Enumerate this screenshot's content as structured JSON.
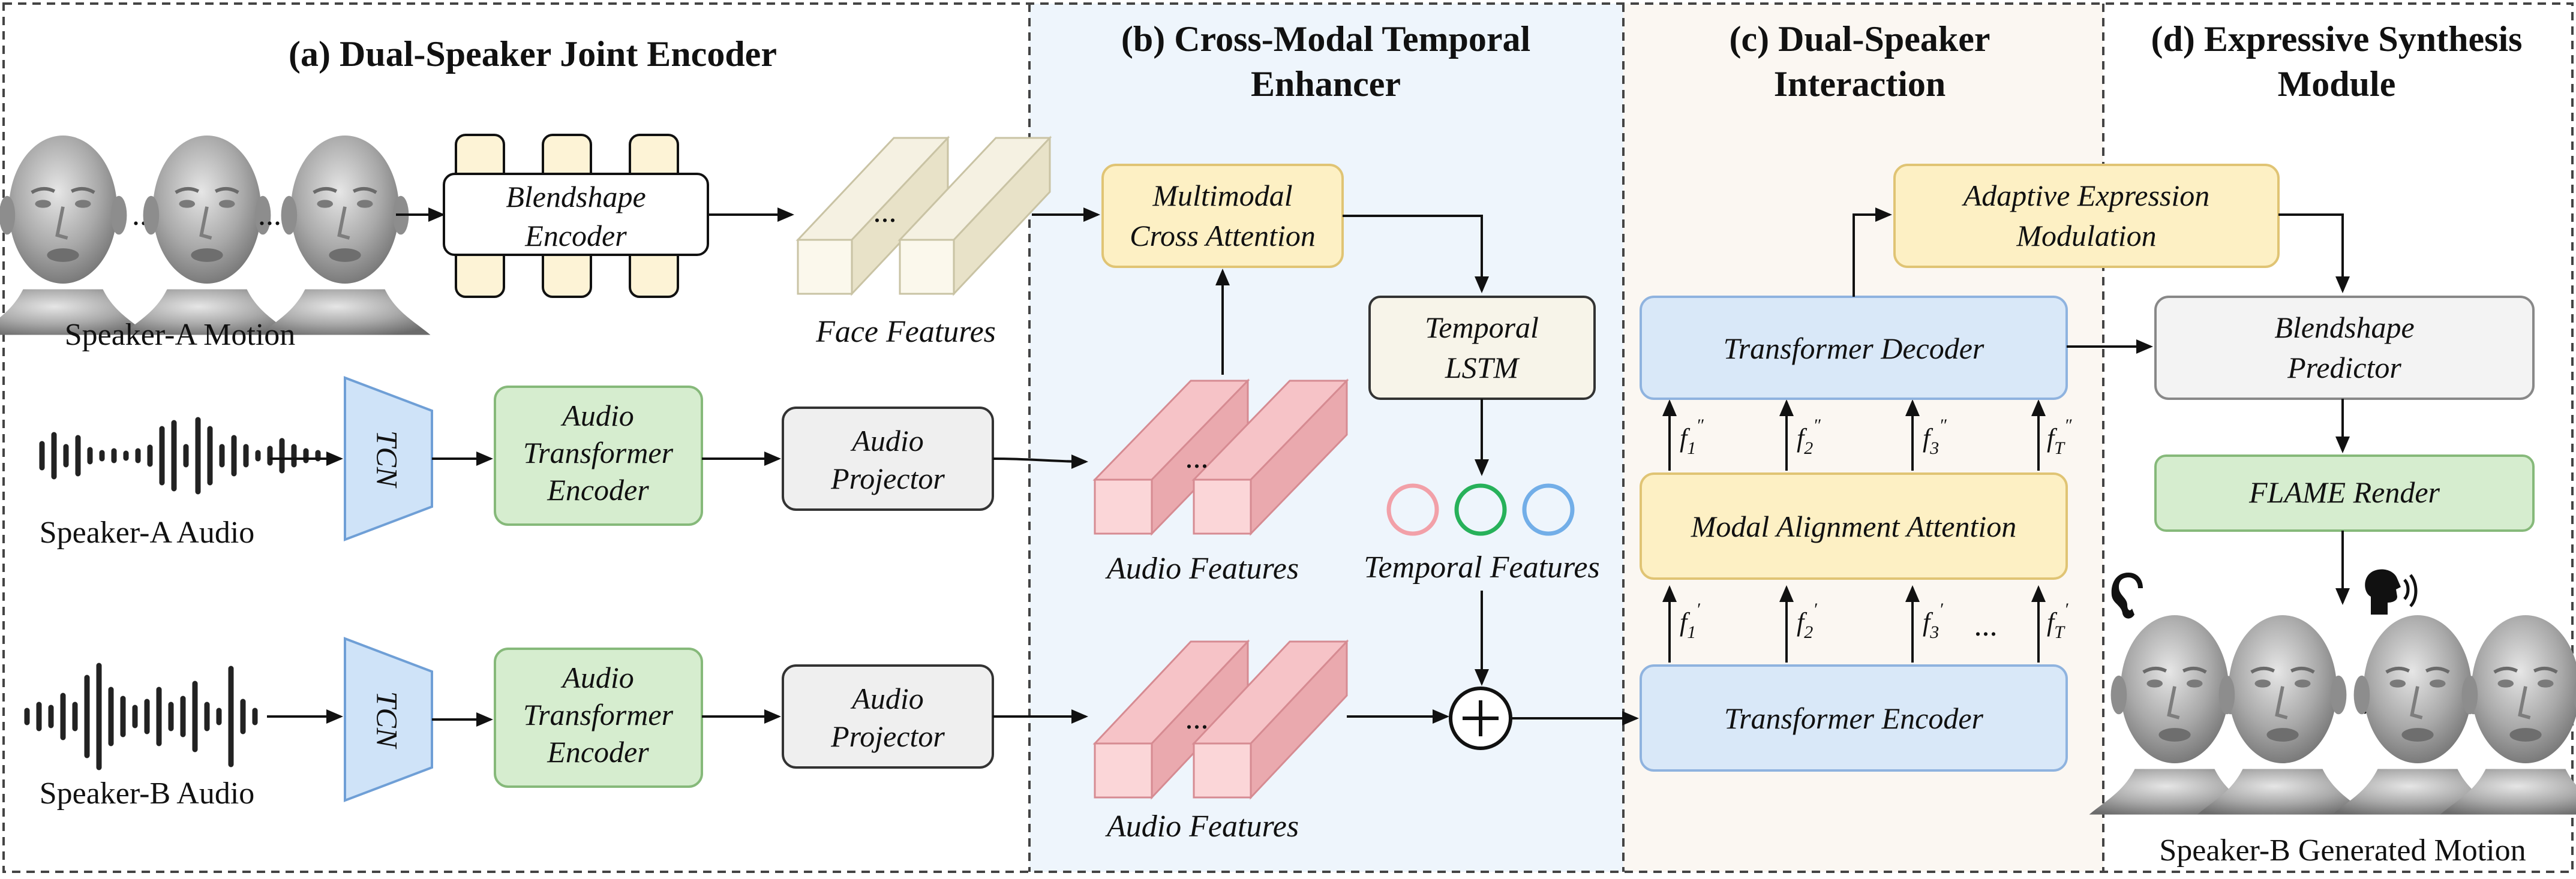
{
  "sections": [
    {
      "id": "a",
      "title_lines": [
        "(a) Dual-Speaker Joint Encoder"
      ]
    },
    {
      "id": "b",
      "title_lines": [
        "(b) Cross-Modal Temporal",
        "Enhancer"
      ]
    },
    {
      "id": "c",
      "title_lines": [
        "(c) Dual-Speaker",
        "Interaction"
      ]
    },
    {
      "id": "d",
      "title_lines": [
        "(d) Expressive Synthesis",
        "Module"
      ]
    }
  ],
  "blocks": {
    "blendshape_encoder": [
      "Blendshape",
      "Encoder"
    ],
    "tcn_a": "TCN",
    "tcn_b": "TCN",
    "audio_transformer_a": [
      "Audio",
      "Transformer",
      "Encoder"
    ],
    "audio_transformer_b": [
      "Audio",
      "Transformer",
      "Encoder"
    ],
    "audio_projector_a": [
      "Audio",
      "Projector"
    ],
    "audio_projector_b": [
      "Audio",
      "Projector"
    ],
    "multimodal_cross_attention": [
      "Multimodal",
      "Cross Attention"
    ],
    "temporal_lstm": [
      "Temporal",
      "LSTM"
    ],
    "adaptive_expression_modulation": [
      "Adaptive Expression",
      "Modulation"
    ],
    "transformer_decoder": "Transformer Decoder",
    "modal_alignment_attention": "Modal Alignment Attention",
    "transformer_encoder": "Transformer Encoder",
    "blendshape_predictor": [
      "Blendshape",
      "Predictor"
    ],
    "flame_render": "FLAME Render"
  },
  "labels": {
    "speaker_a_motion": "Speaker-A Motion",
    "speaker_a_audio": "Speaker-A Audio",
    "speaker_b_audio": "Speaker-B Audio",
    "face_features": "Face Features",
    "audio_features_1": "Audio Features",
    "audio_features_2": "Audio Features",
    "temporal_features": "Temporal Features",
    "speaker_b_generated_motion": "Speaker-B Generated Motion",
    "ellipsis": "...",
    "plus": "+"
  },
  "feature_symbols": {
    "upper": [
      "f",
      "f",
      "f",
      "f"
    ],
    "upper_sub": [
      "1",
      "2",
      "3",
      "T"
    ],
    "upper_prime": "″",
    "lower": [
      "f",
      "f",
      "f",
      "f"
    ],
    "lower_sub": [
      "1",
      "2",
      "3",
      "T"
    ],
    "lower_prime": "′"
  },
  "colors": {
    "yellow_fill": "#fdf0c4",
    "yellow_stroke": "#e0c474",
    "green_fill": "#d6edcf",
    "green_stroke": "#86b97a",
    "blue_fill": "#d9e8f8",
    "blue_stroke": "#8fb3df",
    "gray_fill": "#efefef",
    "pink_fill": "#f8c9cc",
    "pink_stroke": "#d68b92",
    "cream_fill": "#f5f1e2",
    "section_b_bg": "#eef5fc",
    "section_c_bg": "#fbf7f2",
    "circle_red": "#f2a0a8",
    "circle_green": "#27b15a",
    "circle_blue": "#72aee8"
  }
}
